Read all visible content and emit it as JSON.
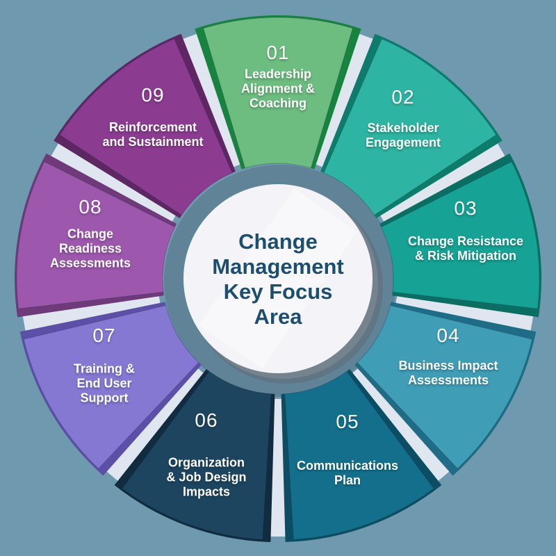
{
  "title": {
    "lines": [
      "Change",
      "Management",
      "Key Focus",
      "Area"
    ],
    "text_color": "#1d4e70"
  },
  "background_color": "#6f99af",
  "separator_color": "#dfe6ef",
  "center_circle": {
    "fill": "#f4f4f8"
  },
  "segments": [
    {
      "number": "01",
      "label_lines": [
        "Leadership",
        "Alignment &",
        "Coaching"
      ],
      "color": "#6dbc80",
      "edge_color": "#17833f"
    },
    {
      "number": "02",
      "label_lines": [
        "Stakeholder",
        "Engagement"
      ],
      "color": "#2eb4a2",
      "edge_color": "#0d7c6d"
    },
    {
      "number": "03",
      "label_lines": [
        "Change Resistance",
        "& Risk Mitigation"
      ],
      "color": "#16a294",
      "edge_color": "#0a6e63"
    },
    {
      "number": "04",
      "label_lines": [
        "Business Impact",
        "Assessments"
      ],
      "color": "#3f9db6",
      "edge_color": "#1e6c85"
    },
    {
      "number": "05",
      "label_lines": [
        "Communications",
        "Plan"
      ],
      "color": "#136f8b",
      "edge_color": "#0c4d63"
    },
    {
      "number": "06",
      "label_lines": [
        "Organization",
        "& Job Design",
        "Impacts"
      ],
      "color": "#1d4560",
      "edge_color": "#112c3f"
    },
    {
      "number": "07",
      "label_lines": [
        "Training &",
        "End User",
        "Support"
      ],
      "color": "#8478d3",
      "edge_color": "#5c4fa8"
    },
    {
      "number": "08",
      "label_lines": [
        "Change",
        "Readiness",
        "Assessments"
      ],
      "color": "#9d58ad",
      "edge_color": "#6e3a7a"
    },
    {
      "number": "09",
      "label_lines": [
        "Reinforcement",
        "and Sustainment"
      ],
      "color": "#8b3c90",
      "edge_color": "#5e2763"
    }
  ]
}
